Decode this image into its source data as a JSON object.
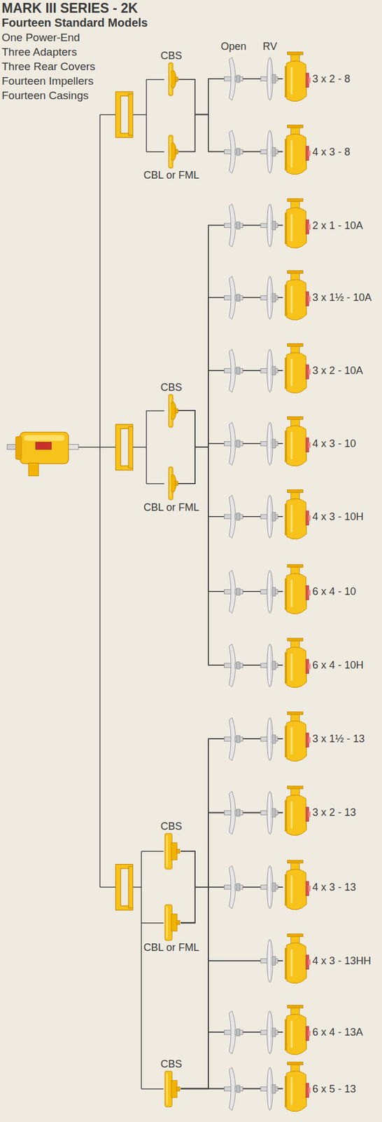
{
  "diagram": {
    "title": "MARK III SERIES - 2K",
    "nodes": [
      {
        "text": [
          "CBS"
        ]
      },
      {
        "text": [
          "CBL or FML"
        ]
      },
      {
        "text": [
          "3 x 2 - 8"
        ]
      },
      {
        "text": [
          "4 x 3 - 8"
        ]
      },
      {
        "text": [
          "CBS"
        ]
      },
      {
        "text": [
          "CBL or FML"
        ]
      },
      {
        "text": [
          "2 x 1 - 10A"
        ]
      },
      {
        "text": [
          "3 x 1½ - 10A"
        ]
      },
      {
        "text": [
          "3 x 2 - 10A"
        ]
      },
      {
        "text": [
          "4 x 3 - 10"
        ]
      },
      {
        "text": [
          "4 x 3 - 10H"
        ]
      },
      {
        "text": [
          "6 x 4 - 10"
        ]
      },
      {
        "text": [
          "6 x 4 - 10H"
        ]
      },
      {
        "text": [
          "CBS"
        ]
      },
      {
        "text": [
          "CBL or FML"
        ]
      },
      {
        "text": [
          "3 x 1½ - 13"
        ]
      },
      {
        "text": [
          "3 x 2 - 13"
        ]
      },
      {
        "text": [
          "4 x 3 - 13"
        ]
      },
      {
        "text": [
          "4 x 3 - 13HH"
        ]
      },
      {
        "text": [
          "6 x 4 - 13A"
        ]
      },
      {
        "text": [
          "6 x 5 - 13"
        ]
      },
      {
        "text": [
          "CBS"
        ]
      }
    ],
    "edges": [
      {
        "from": 0,
        "to": 2,
        "arrow": "none"
      },
      {
        "from": 0,
        "to": 3,
        "arrow": "none"
      },
      {
        "from": 1,
        "to": 2,
        "arrow": "none"
      },
      {
        "from": 1,
        "to": 3,
        "arrow": "none"
      },
      {
        "from": 4,
        "to": 6,
        "arrow": "none"
      },
      {
        "from": 4,
        "to": 7,
        "arrow": "none"
      },
      {
        "from": 4,
        "to": 8,
        "arrow": "none"
      },
      {
        "from": 4,
        "to": 9,
        "arrow": "none"
      },
      {
        "from": 4,
        "to": 10,
        "arrow": "none"
      },
      {
        "from": 4,
        "to": 11,
        "arrow": "none"
      },
      {
        "from": 4,
        "to": 12,
        "arrow": "none"
      },
      {
        "from": 5,
        "to": 6,
        "arrow": "none"
      },
      {
        "from": 5,
        "to": 7,
        "arrow": "none"
      },
      {
        "from": 5,
        "to": 8,
        "arrow": "none"
      },
      {
        "from": 5,
        "to": 9,
        "arrow": "none"
      },
      {
        "from": 5,
        "to": 10,
        "arrow": "none"
      },
      {
        "from": 5,
        "to": 11,
        "arrow": "none"
      },
      {
        "from": 5,
        "to": 12,
        "arrow": "none"
      },
      {
        "from": 13,
        "to": 15,
        "arrow": "none"
      },
      {
        "from": 13,
        "to": 16,
        "arrow": "none"
      },
      {
        "from": 13,
        "to": 17,
        "arrow": "none"
      },
      {
        "from": 13,
        "to": 18,
        "arrow": "none"
      },
      {
        "from": 13,
        "to": 19,
        "arrow": "none"
      },
      {
        "from": 13,
        "to": 20,
        "arrow": "none"
      },
      {
        "from": 14,
        "to": 15,
        "arrow": "none"
      },
      {
        "from": 14,
        "to": 16,
        "arrow": "none"
      },
      {
        "from": 14,
        "to": 17,
        "arrow": "none"
      },
      {
        "from": 14,
        "to": 18,
        "arrow": "none"
      },
      {
        "from": 14,
        "to": 19,
        "arrow": "none"
      },
      {
        "from": 14,
        "to": 20,
        "arrow": "none"
      },
      {
        "from": 21,
        "to": 15,
        "arrow": "none"
      },
      {
        "from": 21,
        "to": 16,
        "arrow": "none"
      },
      {
        "from": 21,
        "to": 17,
        "arrow": "none"
      },
      {
        "from": 21,
        "to": 18,
        "arrow": "none"
      },
      {
        "from": 21,
        "to": 19,
        "arrow": "none"
      },
      {
        "from": 21,
        "to": 20,
        "arrow": "none"
      }
    ],
    "labels": [
      "Fourteen Standard Models",
      "One Power-End",
      "Three Adapters",
      "Three Rear Covers",
      "Fourteen Impellers",
      "Fourteen Casings",
      "Open",
      "RV"
    ]
  }
}
